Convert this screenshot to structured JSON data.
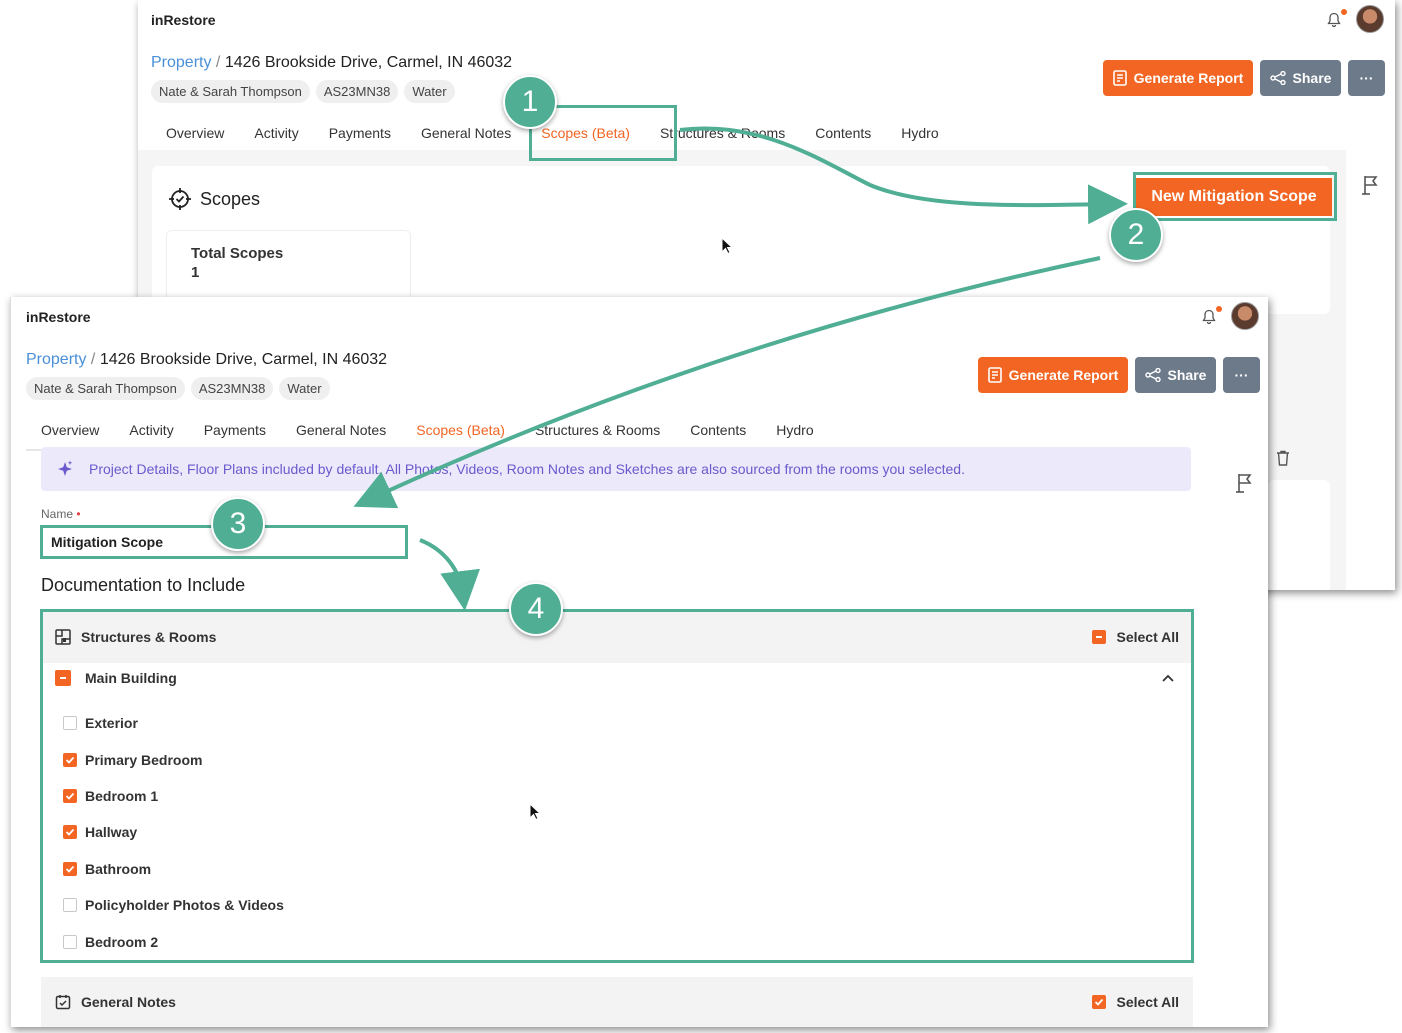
{
  "app_name": "inRestore",
  "breadcrumb": {
    "link": "Property",
    "separator": "/",
    "address": "1426 Brookside Drive, Carmel, IN 46032"
  },
  "chips": [
    "Nate & Sarah Thompson",
    "AS23MN38",
    "Water"
  ],
  "actions": {
    "generate_report": "Generate Report",
    "share": "Share",
    "more": "···"
  },
  "tabs": [
    "Overview",
    "Activity",
    "Payments",
    "General Notes",
    "Scopes (Beta)",
    "Structures & Rooms",
    "Contents",
    "Hydro"
  ],
  "active_tab": "Scopes (Beta)",
  "scopes_page": {
    "title": "Scopes",
    "total_label": "Total Scopes",
    "total_value": "1",
    "new_scope_button": "New Mitigation Scope"
  },
  "scope_form": {
    "info_banner": "Project Details, Floor Plans included by default. All Photos, Videos, Room Notes and Sketches are also sourced from the rooms you selected.",
    "name_label": "Name",
    "required_mark": "•",
    "name_value": "Mitigation Scope",
    "doc_title": "Documentation to Include",
    "sections": [
      {
        "title": "Structures & Rooms",
        "select_all": "Select All",
        "state": "partial"
      },
      {
        "title": "General Notes",
        "select_all": "Select All",
        "state": "checked"
      }
    ],
    "tree_parent": "Main Building",
    "tree_items": [
      {
        "label": "Exterior",
        "checked": false
      },
      {
        "label": "Primary Bedroom",
        "checked": true
      },
      {
        "label": "Bedroom 1",
        "checked": true
      },
      {
        "label": "Hallway",
        "checked": true
      },
      {
        "label": "Bathroom",
        "checked": true
      },
      {
        "label": "Policyholder Photos & Videos",
        "checked": false
      },
      {
        "label": "Bedroom 2",
        "checked": false
      }
    ]
  },
  "step_badges": [
    "1",
    "2",
    "3",
    "4"
  ],
  "colors": {
    "accent": "#f26522",
    "annotation": "#4fae94",
    "link": "#4a90d9",
    "banner_text": "#6a5acd"
  }
}
